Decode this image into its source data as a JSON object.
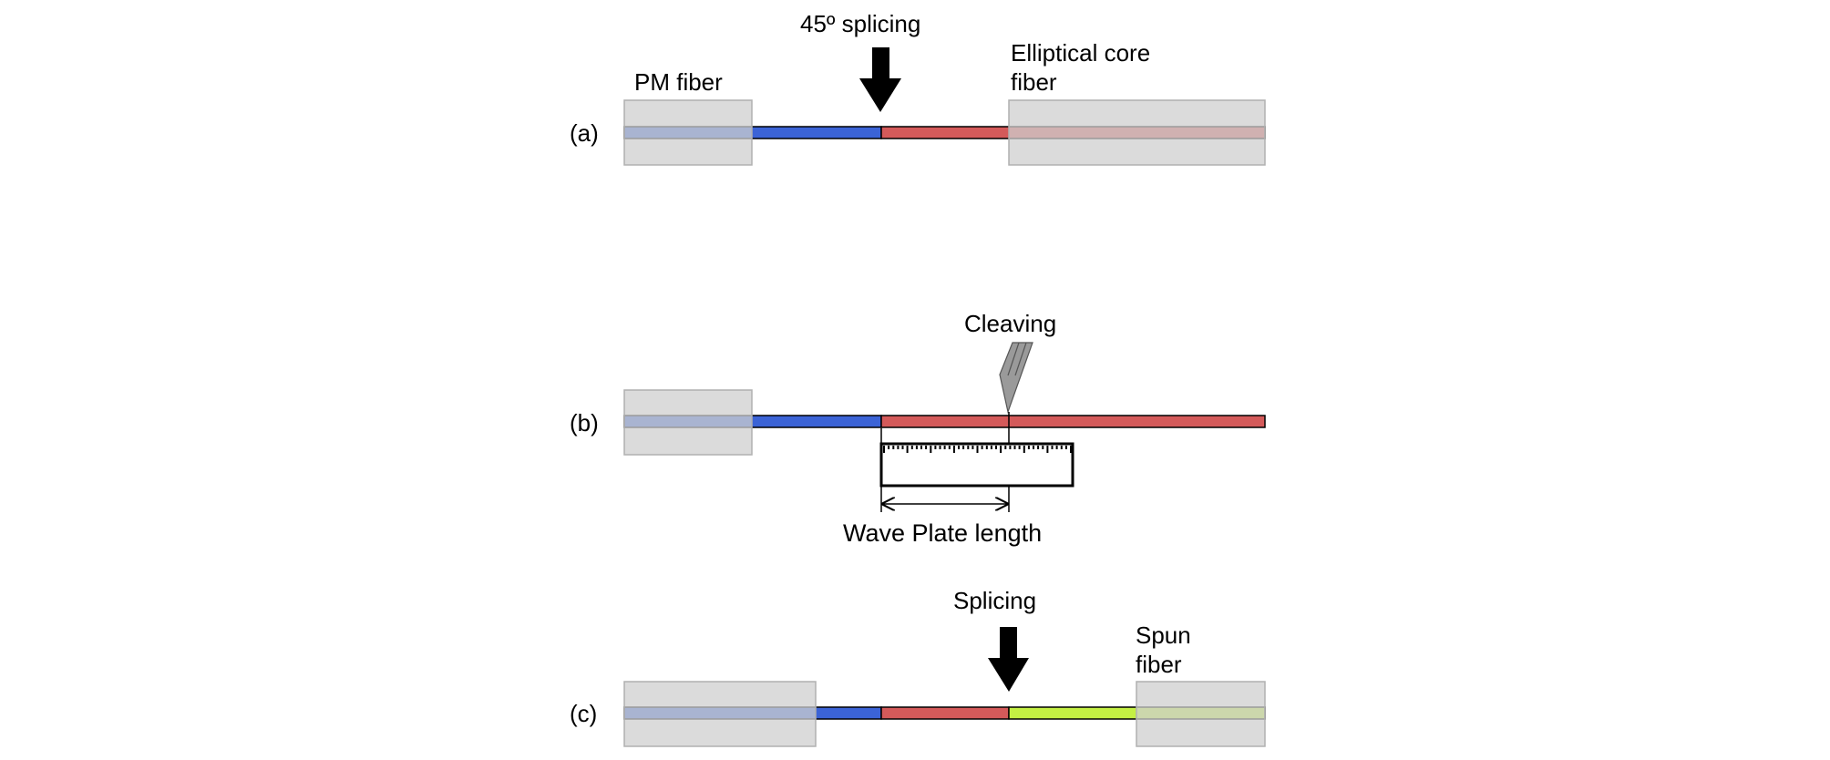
{
  "colors": {
    "pm_fiber": "#3b63d6",
    "elliptical_core": "#d45a5a",
    "spun_fiber": "#c4f043",
    "holder": "#d4d4d4",
    "holder_edge": "#b4b4b4",
    "blade": "#9a9a9a"
  },
  "panels": {
    "a": {
      "label": "(a)",
      "left_fiber_label": "PM fiber",
      "right_fiber_label_line1": "Elliptical core",
      "right_fiber_label_line2": "fiber",
      "arrow_label": "45º splicing"
    },
    "b": {
      "label": "(b)",
      "tool_label": "Cleaving",
      "measure_label": "Wave Plate length"
    },
    "c": {
      "label": "(c)",
      "arrow_label": "Splicing",
      "right_fiber_label_line1": "Spun",
      "right_fiber_label_line2": "fiber"
    }
  }
}
